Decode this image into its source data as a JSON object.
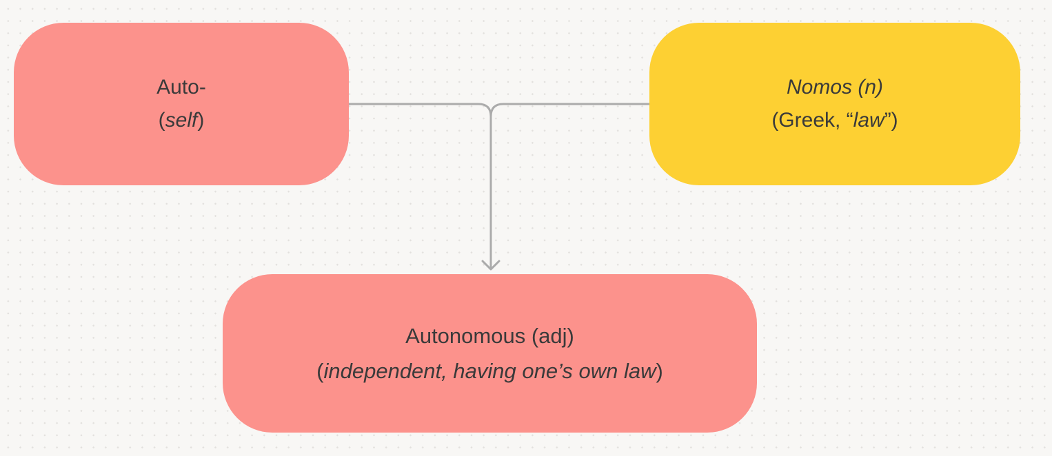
{
  "canvas": {
    "type": "etymology-diagram",
    "background": "#f8f7f5",
    "dot_grid": true
  },
  "colors": {
    "canvas_bg": "#f8f7f5",
    "dot": "#e2e0dd",
    "node_pink": "#fc928c",
    "node_yellow": "#fdd033",
    "connector": "#ababab",
    "text": "#3a3a3a"
  },
  "nodes": {
    "auto": {
      "line1": {
        "pre": "Auto-",
        "it": "",
        "post": ""
      },
      "line2": {
        "pre": "(",
        "it": "self",
        "post": ")"
      },
      "fill": "#fc928c"
    },
    "nomos": {
      "line1": {
        "pre": "",
        "it": "Nomos (n)",
        "post": ""
      },
      "line2": {
        "pre": "(Greek, “",
        "it": "law",
        "post": "”)"
      },
      "fill": "#fdd033"
    },
    "autonomous": {
      "line1": {
        "pre": "Autonomous (adj)",
        "it": "",
        "post": ""
      },
      "line2": {
        "pre": "(",
        "it": "independent, having one’s own law",
        "post": ")"
      },
      "fill": "#fc928c"
    }
  },
  "connector": {
    "description": "merge-arrow from auto and nomos nodes down into autonomous node",
    "color": "#ababab"
  }
}
